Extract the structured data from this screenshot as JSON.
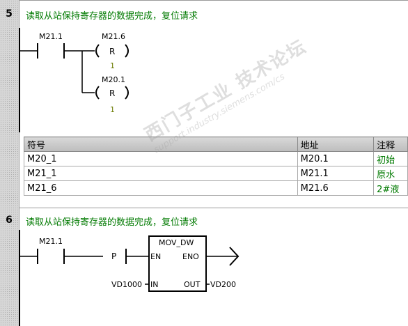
{
  "networks": [
    {
      "number": "5",
      "title": "读取从站保持寄存器的数据完成，复位请求",
      "contact": "M21.1",
      "coils": [
        {
          "address": "M21.6",
          "op": "R",
          "count": "1"
        },
        {
          "address": "M20.1",
          "op": "R",
          "count": "1"
        }
      ],
      "symbol_table": {
        "headers": [
          "符号",
          "地址",
          "注释"
        ],
        "rows": [
          {
            "symbol": "M20_1",
            "address": "M20.1",
            "comment": "初始"
          },
          {
            "symbol": "M21_1",
            "address": "M21.1",
            "comment": "原水"
          },
          {
            "symbol": "M21_6",
            "address": "M21.6",
            "comment": "2#液"
          }
        ]
      }
    },
    {
      "number": "6",
      "title": "读取从站保持寄存器的数据完成，复位请求",
      "contact": "M21.1",
      "edge": "P",
      "box": {
        "name": "MOV_DW",
        "en": "EN",
        "eno": "ENO",
        "in": "IN",
        "out": "OUT",
        "in_value": "VD1000",
        "out_value": "VD200"
      }
    }
  ],
  "watermark": {
    "line1": "西门子工业 技术论坛",
    "line2": "support.industry.siemens.com/cs"
  },
  "colors": {
    "comment_green": "#007a00",
    "count_green": "#6a7a00",
    "gutter": "#d6d6d6"
  }
}
